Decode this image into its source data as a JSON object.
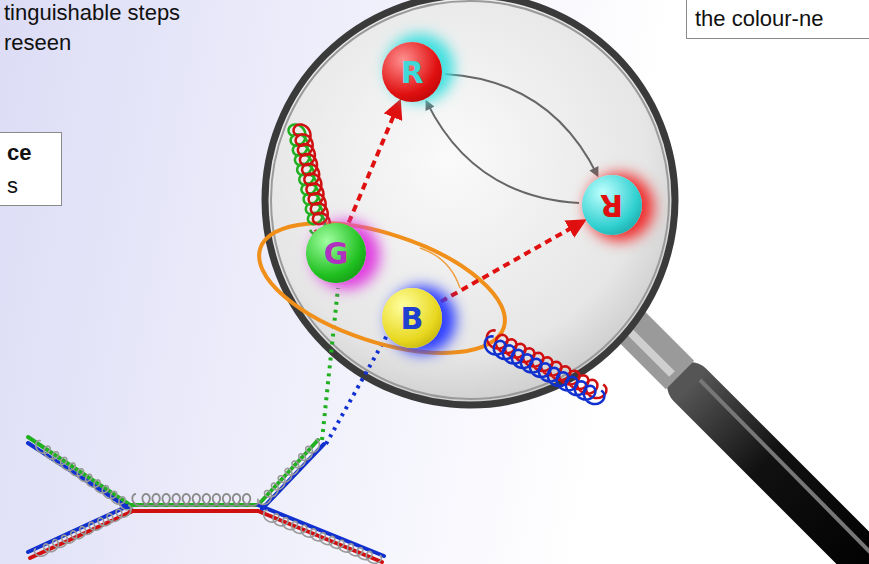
{
  "diagram": {
    "nodes": [
      {
        "text": [
          "ce",
          "s"
        ]
      },
      {
        "text": [
          "the colour-ne"
        ]
      },
      {
        "text": [
          "R"
        ]
      },
      {
        "text": [
          "R"
        ]
      },
      {
        "text": [
          "G"
        ]
      },
      {
        "text": [
          "B"
        ]
      }
    ],
    "edges": [
      {
        "from": 4,
        "to": 2,
        "arrow": "to"
      },
      {
        "from": 5,
        "to": 3,
        "arrow": "to"
      },
      {
        "from": 2,
        "to": 3,
        "arrow": "to"
      },
      {
        "from": 3,
        "to": 2,
        "arrow": "to"
      }
    ],
    "labels": [
      "tinguishable steps",
      "reseen"
    ]
  }
}
